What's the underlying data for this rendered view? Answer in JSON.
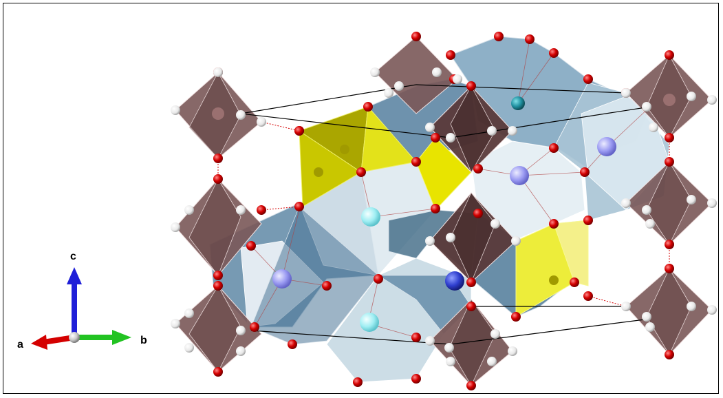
{
  "axes": {
    "a": {
      "label": "a",
      "color": "#d40000"
    },
    "b": {
      "label": "b",
      "color": "#22c322"
    },
    "c": {
      "label": "c",
      "color": "#1f1fd8"
    }
  },
  "colors": {
    "octahedron": "#7a5858",
    "tetrahedron": "#d4d400",
    "polyhedron_blue": "#6b93b0",
    "polyhedron_light": "#dfeaf0",
    "oxygen": "#d40000",
    "white_atom": "#f2f2f2",
    "cation_lavender": "#8f8ff0",
    "cation_cyan": "#8fe8ee",
    "cation_blue": "#2f3fcf",
    "cation_teal": "#1f8f9f"
  }
}
